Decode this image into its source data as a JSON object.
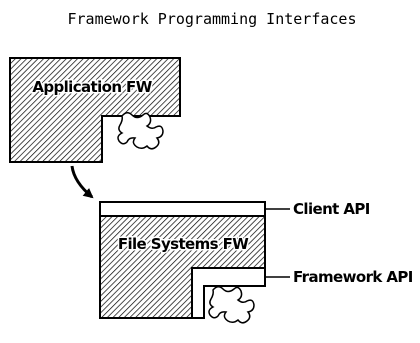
{
  "title": "Framework Programming Interfaces",
  "application_box": {
    "label": "Application FW"
  },
  "filesystems_box": {
    "label": "File Systems FW"
  },
  "labels": {
    "client_api": "Client API",
    "framework_api": "Framework API"
  }
}
